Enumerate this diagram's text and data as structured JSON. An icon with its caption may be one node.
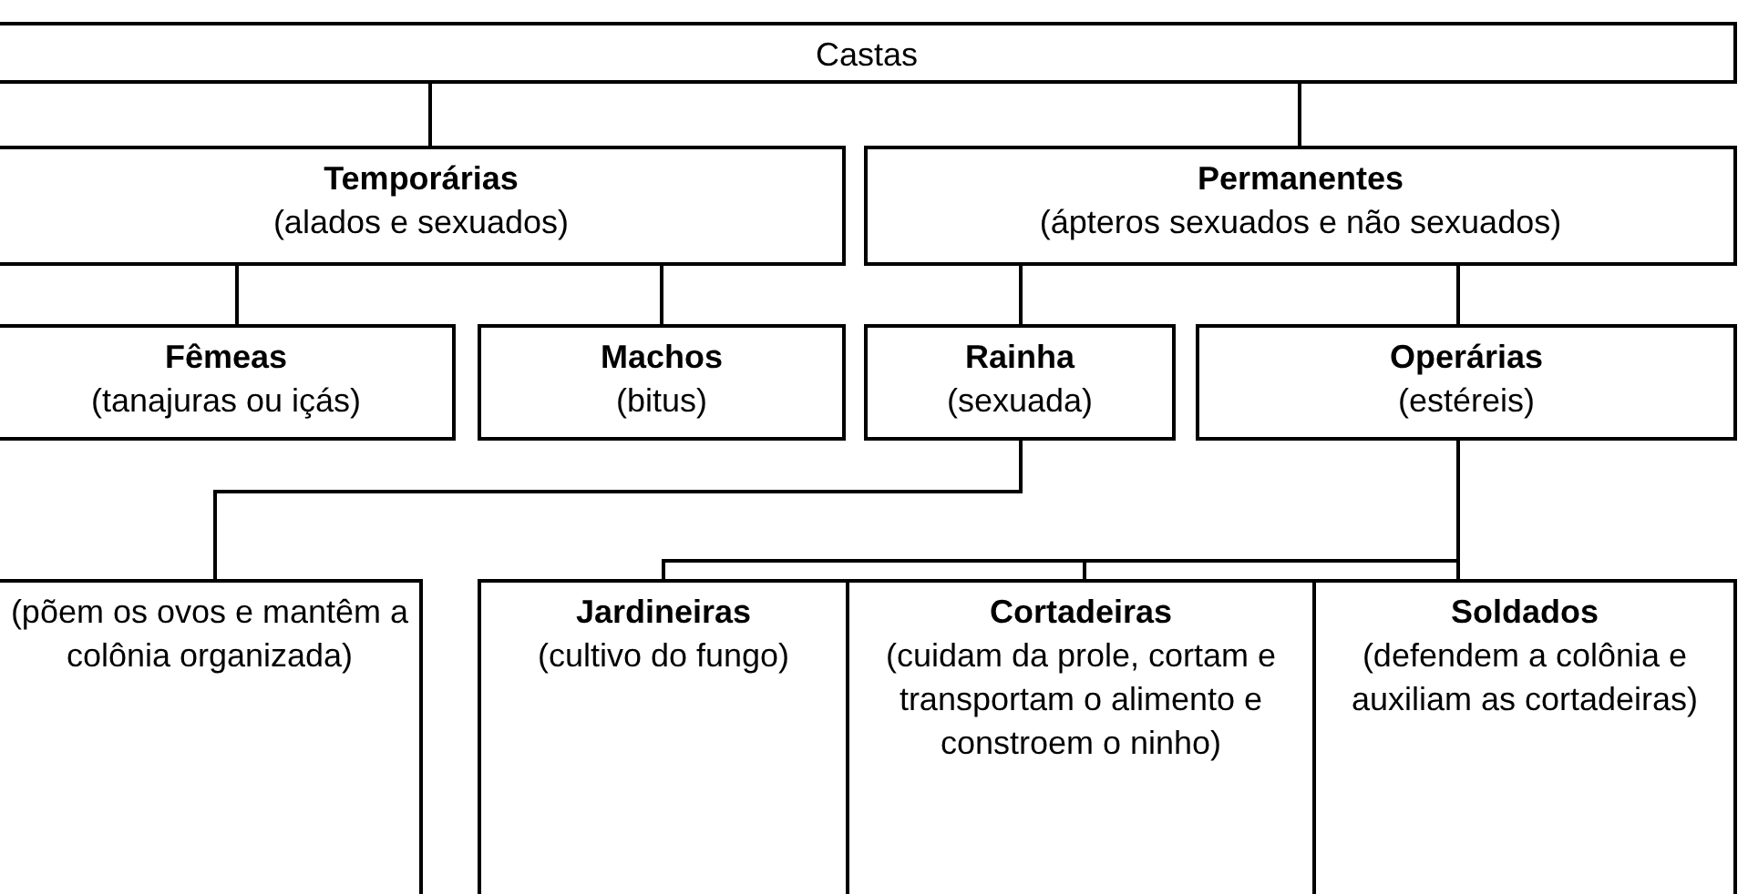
{
  "diagram": {
    "nodes": [
      {
        "text": [
          "Castas"
        ]
      },
      {
        "text": [
          "Temporárias",
          "(alados e sexuados)"
        ]
      },
      {
        "text": [
          "Permanentes",
          "(ápteros sexuados e não sexuados)"
        ]
      },
      {
        "text": [
          "Fêmeas",
          "(tanajuras ou içás)"
        ]
      },
      {
        "text": [
          "Machos",
          "(bitus)"
        ]
      },
      {
        "text": [
          "Rainha",
          "(sexuada)"
        ]
      },
      {
        "text": [
          "Operárias",
          "(estéreis)"
        ]
      },
      {
        "text": [
          "(põem os ovos e mantêm a colônia organizada)"
        ]
      },
      {
        "text": [
          "Jardineiras",
          "(cultivo do fungo)"
        ]
      },
      {
        "text": [
          "Cortadeiras",
          "(cuidam da prole, cortam e transportam o alimento e constroem o ninho)"
        ]
      },
      {
        "text": [
          "Soldados",
          "(defendem a colônia e auxiliam as cortadeiras)"
        ]
      }
    ],
    "edges": [
      {
        "from": 0,
        "to": 1,
        "arrow": "none"
      },
      {
        "from": 0,
        "to": 2,
        "arrow": "none"
      },
      {
        "from": 1,
        "to": 3,
        "arrow": "none"
      },
      {
        "from": 1,
        "to": 4,
        "arrow": "none"
      },
      {
        "from": 2,
        "to": 5,
        "arrow": "none"
      },
      {
        "from": 2,
        "to": 6,
        "arrow": "none"
      },
      {
        "from": 5,
        "to": 7,
        "arrow": "none"
      },
      {
        "from": 6,
        "to": 8,
        "arrow": "none"
      },
      {
        "from": 6,
        "to": 9,
        "arrow": "none"
      },
      {
        "from": 6,
        "to": 10,
        "arrow": "none"
      }
    ]
  }
}
